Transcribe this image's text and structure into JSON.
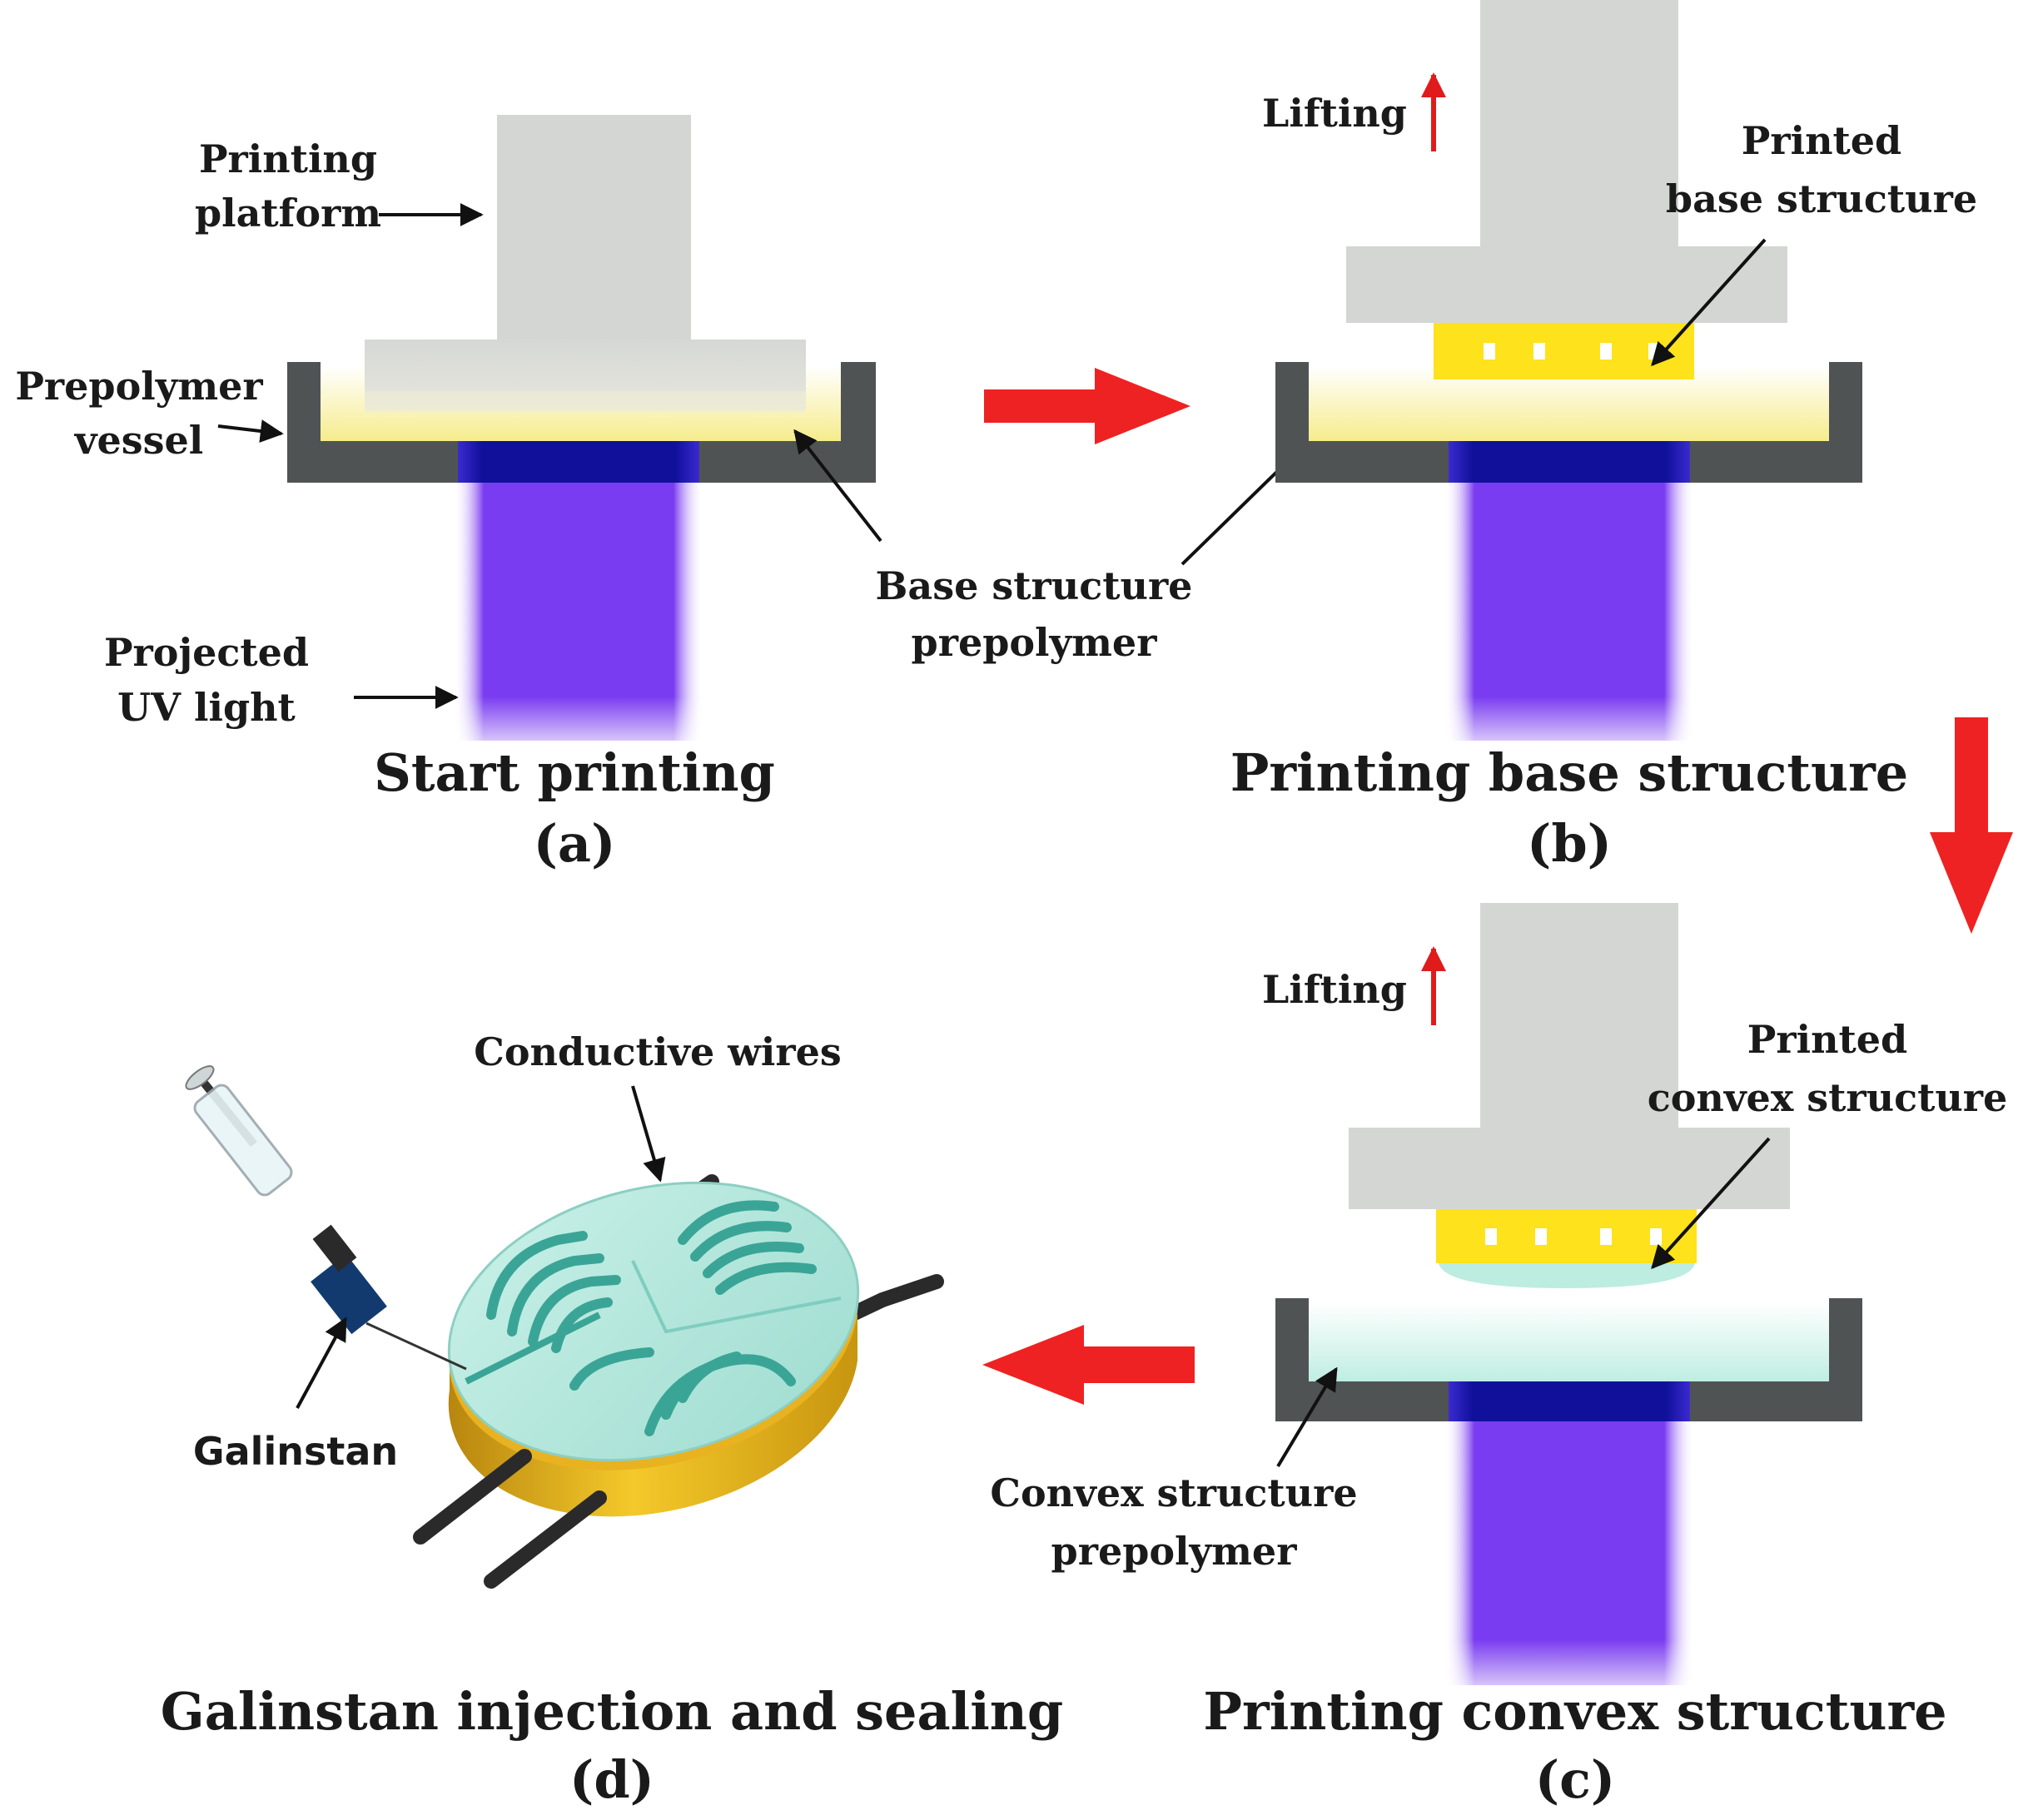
{
  "panels": {
    "a": {
      "title": "Start printing",
      "letter": "(a)",
      "labels": {
        "platform_line1": "Printing",
        "platform_line2": "platform",
        "vessel_line1": "Prepolymer",
        "vessel_line2": "vessel",
        "uv_line1": "Projected",
        "uv_line2": "UV light"
      }
    },
    "shared": {
      "base_prepolymer_line1": "Base structure",
      "base_prepolymer_line2": "prepolymer"
    },
    "b": {
      "title": "Printing base structure",
      "letter": "(b)",
      "labels": {
        "lifting": "Lifting",
        "printed_line1": "Printed",
        "printed_line2": "base structure"
      }
    },
    "c": {
      "title": "Printing convex structure",
      "letter": "(c)",
      "labels": {
        "lifting": "Lifting",
        "printed_line1": "Printed",
        "printed_line2": "convex structure",
        "prepolymer_line1": "Convex structure",
        "prepolymer_line2": "prepolymer"
      }
    },
    "d": {
      "title": "Galinstan injection and sealing",
      "letter": "(d)",
      "labels": {
        "wires": "Conductive wires",
        "galinstan": "Galinstan"
      }
    }
  },
  "colors": {
    "platform": "#d4d6d4",
    "vessel": "#505354",
    "yellow_prepolymer": "#f7ee9a",
    "printed_yellow": "#fde21c",
    "cyan_prepolymer": "#c9efe6",
    "uv_light": "#7b3cf0",
    "uv_dark": "#10109a",
    "process_arrow": "#ee2222"
  }
}
